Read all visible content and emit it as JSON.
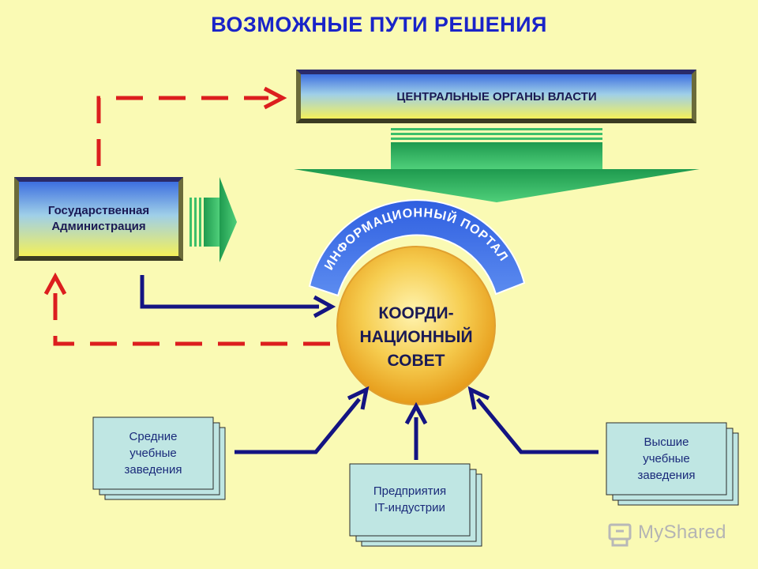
{
  "title": "ВОЗМОЖНЫЕ ПУТИ РЕШЕНИЯ",
  "central": {
    "label": "ЦЕНТРАЛЬНЫЕ ОРГАНЫ ВЛАСТИ"
  },
  "admin": {
    "line1": "Государственная",
    "line2": "Администрация"
  },
  "portal": {
    "label": "ИНФОРМАЦИОННЫЙ ПОРТАЛ"
  },
  "council": {
    "line1": "КООРДИ-",
    "line2": "НАЦИОННЫЙ",
    "line3": "СОВЕТ"
  },
  "secondary": {
    "line1": "Средние",
    "line2": "учебные",
    "line3": "заведения"
  },
  "it": {
    "line1": "Предприятия",
    "line2": "IT-индустрии"
  },
  "higher": {
    "line1": "Высшие",
    "line2": "учебные",
    "line3": "заведения"
  },
  "watermark": {
    "label": "MyShared"
  },
  "colors": {
    "background": "#fafab4",
    "dashed_arrow": "#dc1e1e",
    "solid_arrow": "#141482",
    "green_arrow": "#2aa860",
    "box_top": "#4a7fe8",
    "box_bottom": "#f2ef5a",
    "stack_fill": "#bfe6e3",
    "circle_core": "#fff2a0",
    "circle_edge": "#e8a020",
    "portal_band": "#3b6ee6"
  }
}
